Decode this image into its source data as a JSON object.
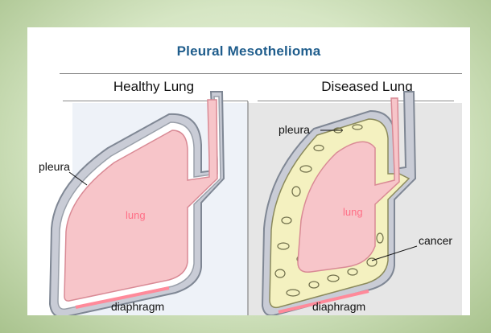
{
  "title": "Pleural Mesothelioma",
  "healthy": {
    "heading": "Healthy Lung",
    "labels": {
      "pleura": "pleura",
      "lung": "lung",
      "diaphragm": "diaphragm"
    }
  },
  "diseased": {
    "heading": "Diseased Lung",
    "labels": {
      "pleura": "pleura",
      "lung": "lung",
      "cancer": "cancer",
      "diaphragm": "diaphragm"
    }
  },
  "colors": {
    "title": "#1f5d8c",
    "lung_fill": "#f7c5c9",
    "lung_text": "#ff6f86",
    "pleura_outer": "#c8ccd6",
    "tumor": "#f4f1c0"
  }
}
